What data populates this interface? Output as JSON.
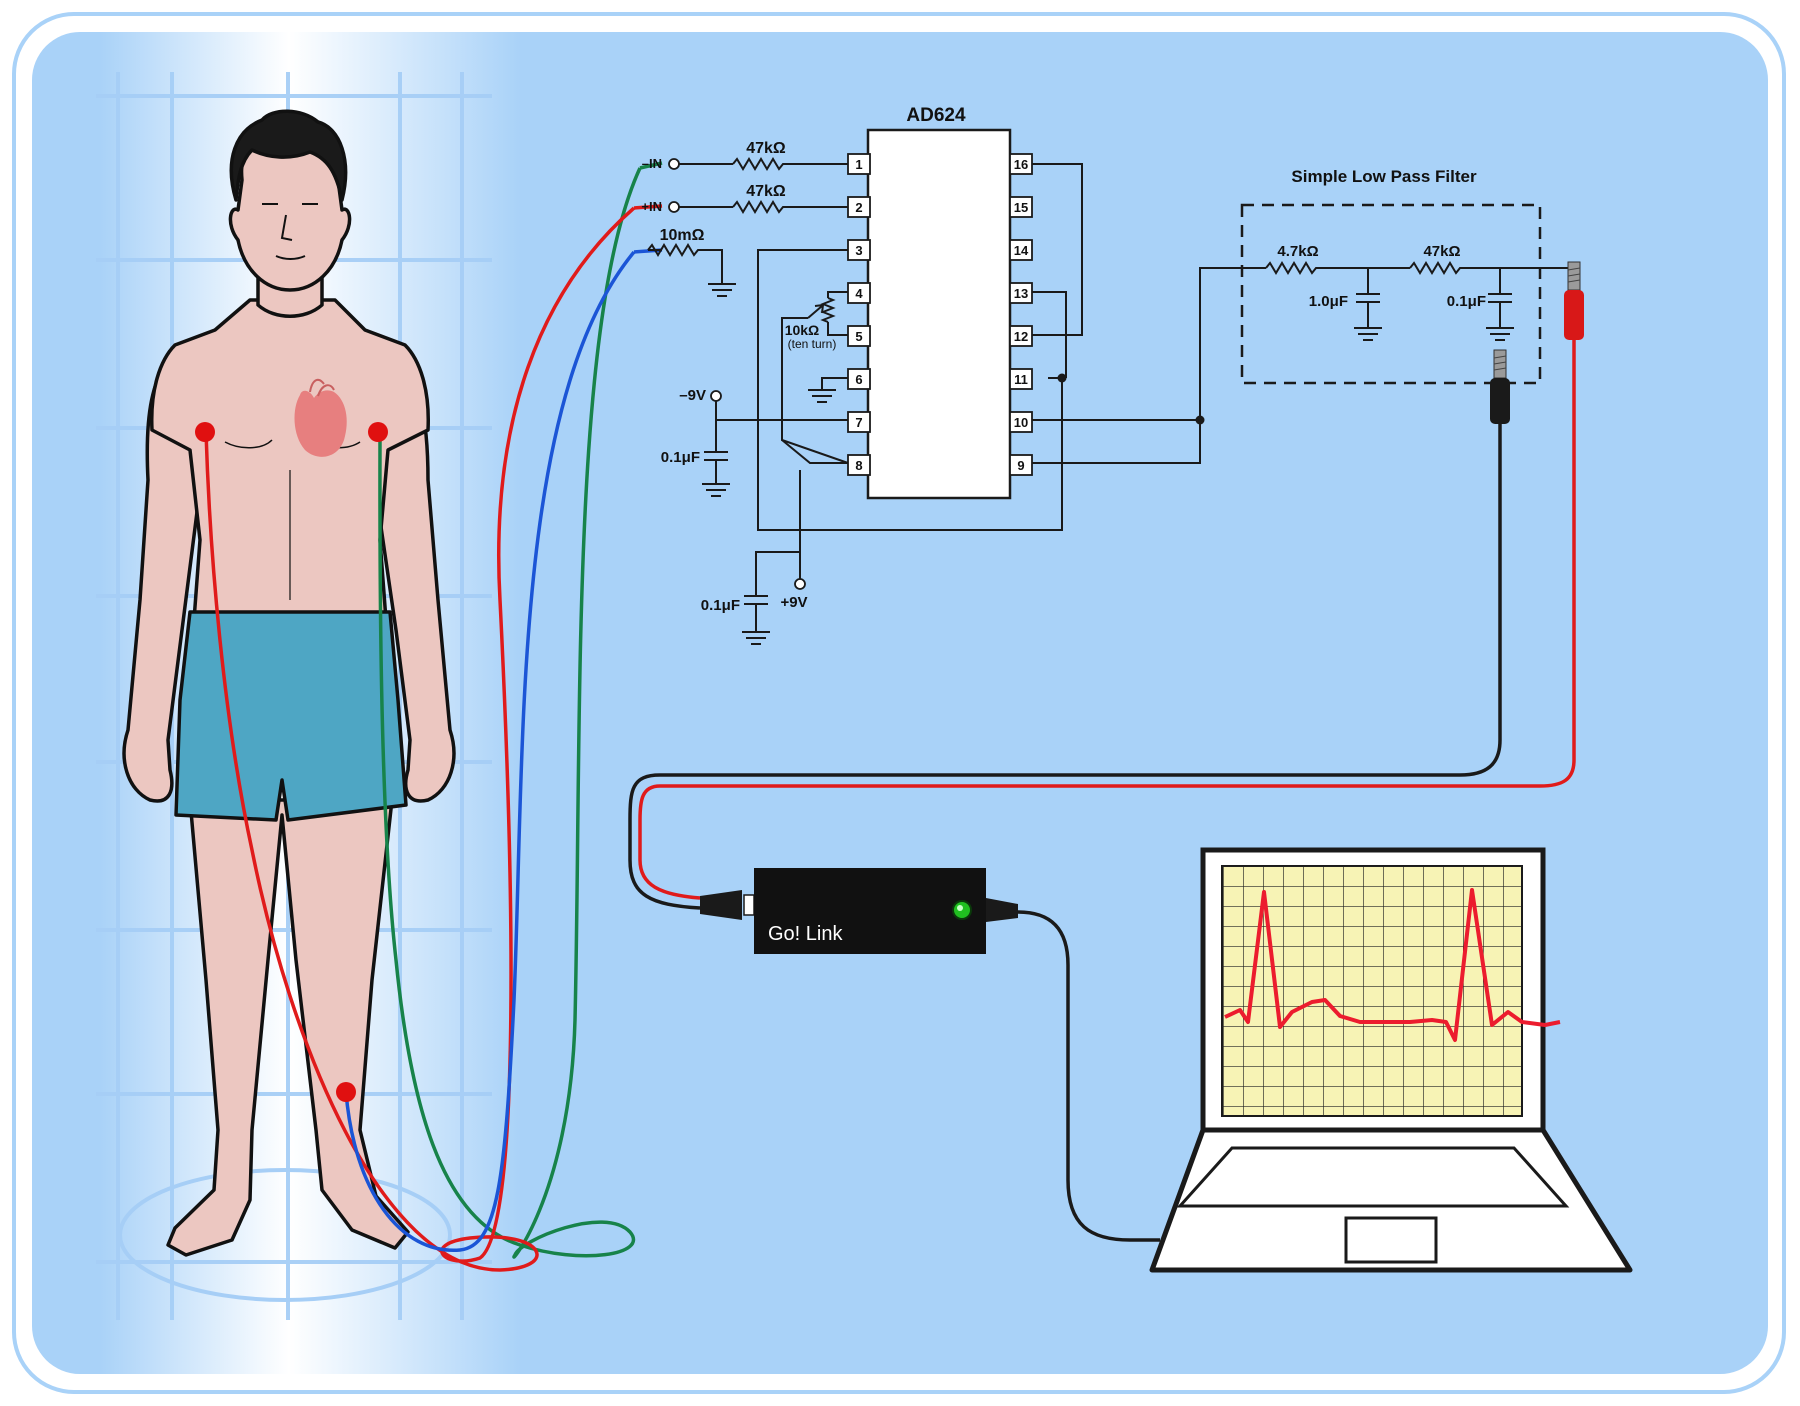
{
  "chip": {
    "name": "AD624",
    "pins_left": [
      "1",
      "2",
      "3",
      "4",
      "5",
      "6",
      "7",
      "8"
    ],
    "pins_right": [
      "16",
      "15",
      "14",
      "13",
      "12",
      "11",
      "10",
      "9"
    ]
  },
  "inputs": {
    "neg_in": "–IN",
    "pos_in": "+IN"
  },
  "components": {
    "r_in1": "47kΩ",
    "r_in2": "47kΩ",
    "r_ref": "10mΩ",
    "pot": "10kΩ",
    "pot_note": "(ten turn)",
    "v_neg": "–9V",
    "v_pos": "+9V",
    "c_neg": "0.1μF",
    "c_pos": "0.1μF"
  },
  "filter": {
    "title": "Simple Low Pass Filter",
    "r1": "4.7kΩ",
    "r2": "47kΩ",
    "c1": "1.0μF",
    "c2": "0.1μF"
  },
  "device": {
    "label": "Go! Link"
  },
  "colors": {
    "background": "#a9d2f8",
    "frame": "#a9d2f8",
    "wire_green": "#17834a",
    "wire_red": "#e01b1b",
    "wire_blue": "#1b55d6",
    "electrode": "#e01010",
    "skin": "#ecc7c1",
    "shorts": "#4ea6c4",
    "screen": "#f7f3b5",
    "ecg_trace": "#ec1c2e",
    "led": "#20c020"
  }
}
